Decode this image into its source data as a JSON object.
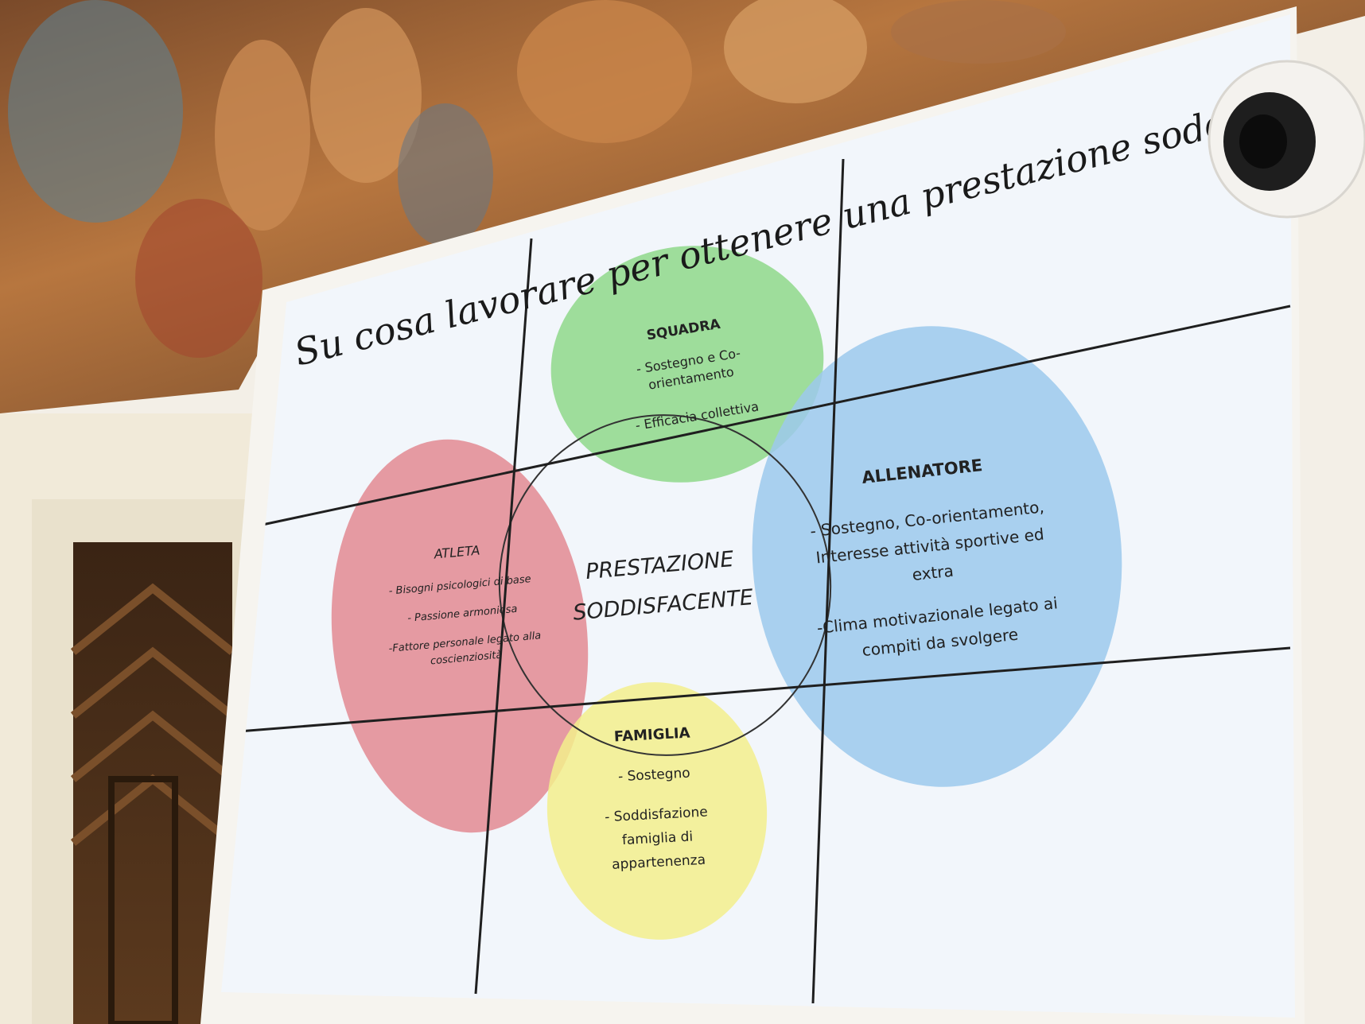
{
  "slide": {
    "title": "Su cosa lavorare per ottenere una prestazione soddisfacente",
    "center": {
      "line1": "PRESTAZIONE",
      "line2": "SODDISFACENTE"
    },
    "circles": {
      "squadra": {
        "heading": "SQUADRA",
        "lines": [
          "- Sostegno e Co-",
          "orientamento",
          "- Efficacia collettiva"
        ],
        "color": "#8fd88a"
      },
      "atleta": {
        "heading": "ATLETA",
        "lines": [
          "- Bisogni psicologici di base",
          "- Passione armoniosa",
          "-Fattore personale legato alla",
          "coscienziosità"
        ],
        "color": "#e38a92"
      },
      "allenatore": {
        "heading": "ALLENATORE",
        "lines": [
          "- Sostegno, Co-orientamento,",
          "Interesse attività sportive ed",
          "extra",
          "-Clima motivazionale legato ai",
          "compiti da svolgere"
        ],
        "color": "#9cc9ec"
      },
      "famiglia": {
        "heading": "FAMIGLIA",
        "lines": [
          "- Sostegno",
          "- Soddisfazione",
          "famiglia di",
          "appartenenza"
        ],
        "color": "#f3ef8c"
      }
    }
  }
}
